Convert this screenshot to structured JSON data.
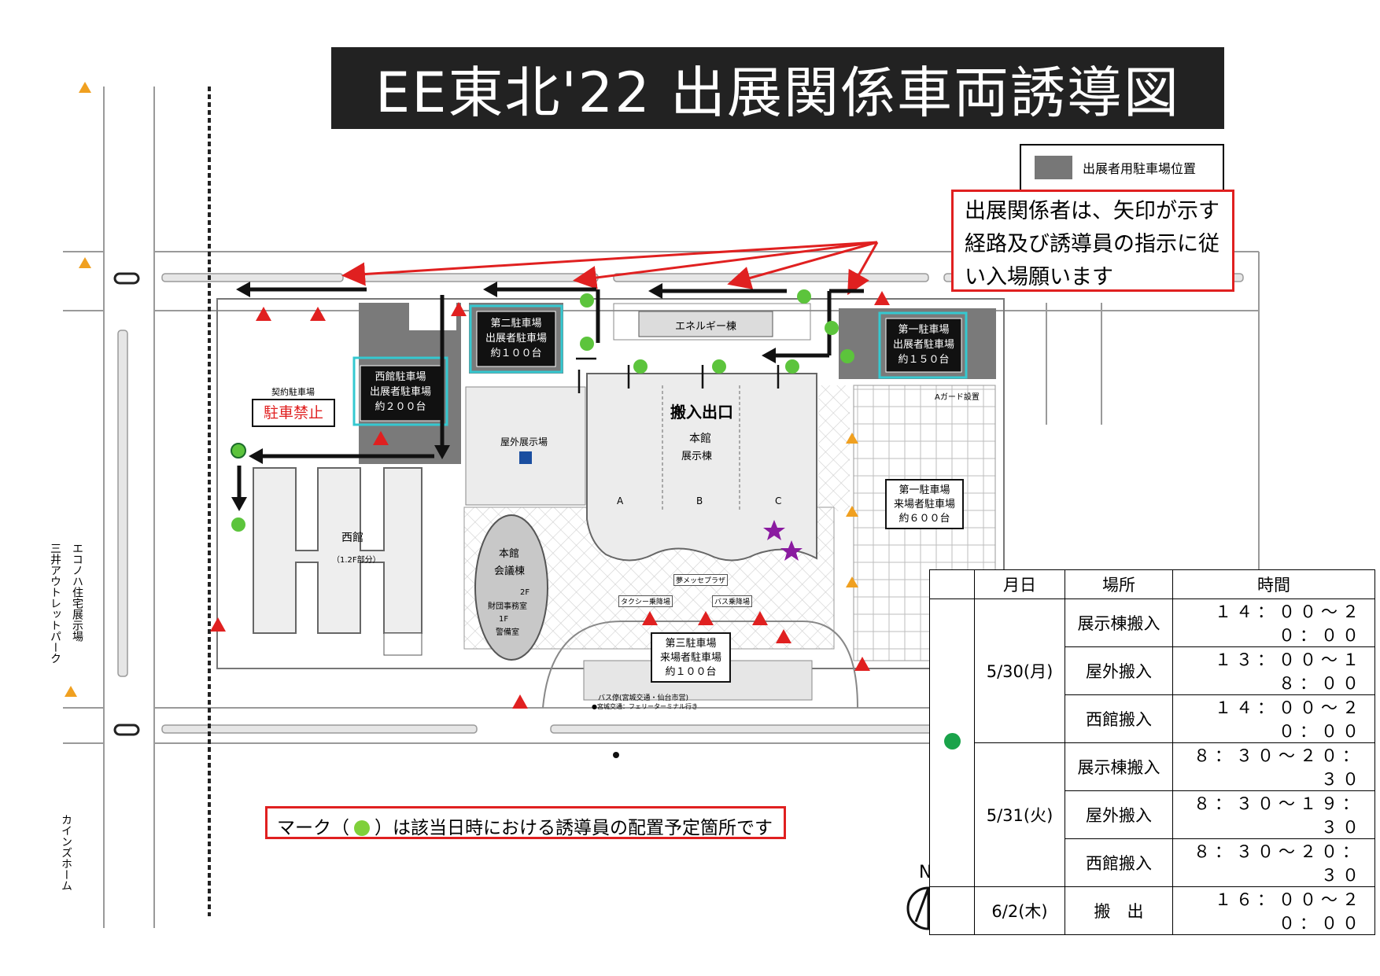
{
  "title": "EE東北'22 出展関係車両誘導図",
  "legend": {
    "label": "出展者用駐車場位置",
    "swatch_color": "#777777"
  },
  "notice": {
    "lines": [
      "出展関係者は、矢印が示す",
      "経路及び誘導員の指示に従",
      "い入場願います"
    ]
  },
  "bottom_note": {
    "prefix": "マーク（",
    "suffix": "）は該当日時における誘導員の配置予定箇所です"
  },
  "colors": {
    "route_arrow": "#e02020",
    "guide_dot": "#5cc43c",
    "schedule_dot": "#1aa34a",
    "entrance_triangle": "#e02020",
    "small_triangle": "#f0a020",
    "parking_highlight": "#35c8d0",
    "star": "#8a1aa0"
  },
  "parking": {
    "p2": {
      "line1": "第二駐車場",
      "line2": "出展者駐車場",
      "line3": "約１００台"
    },
    "west": {
      "line1": "西館駐車場",
      "line2": "出展者駐車場",
      "line3": "約２００台"
    },
    "p1": {
      "line1": "第一駐車場",
      "line2": "出展者駐車場",
      "line3": "約１５０台"
    },
    "p1_visitor": {
      "line1": "第一駐車場",
      "line2": "来場者駐車場",
      "line3": "約６００台"
    },
    "p3_visitor": {
      "line1": "第三駐車場",
      "line2": "来場者駐車場",
      "line3": "約１００台"
    }
  },
  "labels": {
    "energy": "エネルギー棟",
    "loading_gate": "搬入出口",
    "main_hall": "本館",
    "main_hall_sub": "展示棟",
    "hall_a": "A",
    "hall_b": "B",
    "hall_c": "C",
    "outdoor": "屋外展示場",
    "contract_parking": "契約駐車場",
    "no_parking": "駐車禁止",
    "west_hall": "西館",
    "west_hall_sub": "（1.2F部分）",
    "conference": "本館",
    "conference_sub": "会議棟",
    "floor_2f": "2F",
    "finance_room": "財団事務室",
    "floor_1f": "1F",
    "guard_room": "警備室",
    "messe_plaza": "夢メッセプラザ",
    "taxi": "タクシー乗降場",
    "bus_stop_label": "バス乗降場",
    "bus_stop": "バス停(宮城交通・仙台市営)",
    "bus_stop2": "●宮城交通：フェリーターミナル行き",
    "a_guard": "Aガード設置",
    "left_street1": "三井アウトレットパーク",
    "left_street2": "エコノハ住宅展示場",
    "left_street3": "カインズホーム",
    "compass": "N"
  },
  "schedule": {
    "headers": [
      "月日",
      "場所",
      "時間"
    ],
    "groups": [
      {
        "date": "5/30(月)",
        "rows": [
          {
            "place": "展示棟搬入",
            "time": "１４：００～２０：００"
          },
          {
            "place": "屋外搬入",
            "time": "１３：００～１８：００"
          },
          {
            "place": "西館搬入",
            "time": "１４：００～２０：００"
          }
        ]
      },
      {
        "date": "5/31(火)",
        "rows": [
          {
            "place": "展示棟搬入",
            "time": "８：３０～２０：３０"
          },
          {
            "place": "屋外搬入",
            "time": "８：３０～１９：３０"
          },
          {
            "place": "西館搬入",
            "time": "８：３０～２０：３０"
          }
        ]
      }
    ],
    "last": {
      "date": "6/2(木)",
      "place": "搬　出",
      "time": "１６：００～２０：００"
    }
  }
}
